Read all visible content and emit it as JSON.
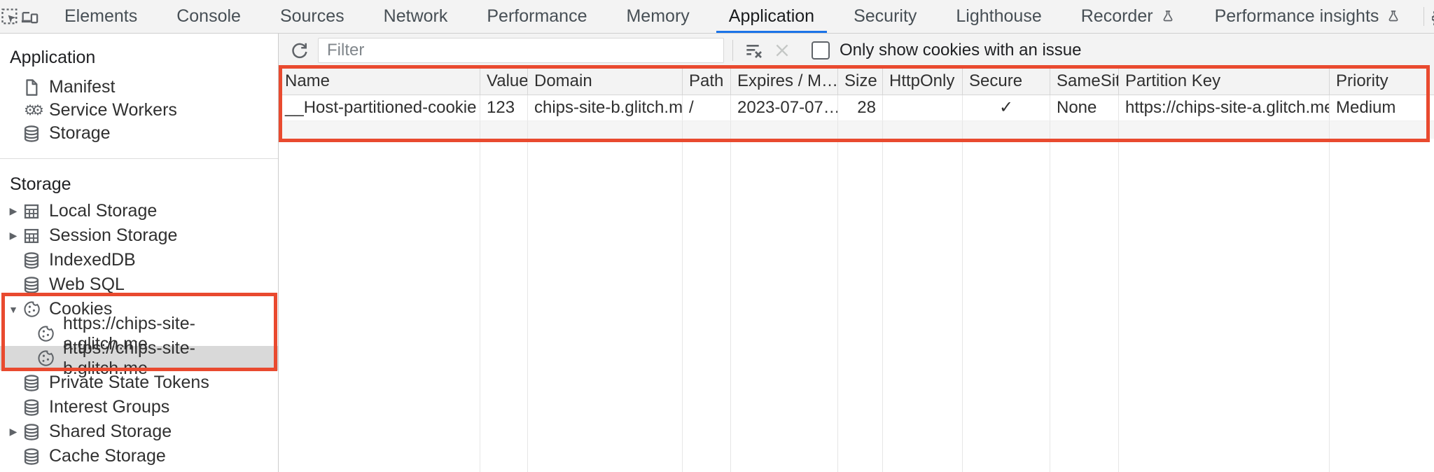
{
  "tabs": {
    "items": [
      {
        "label": "Elements"
      },
      {
        "label": "Console"
      },
      {
        "label": "Sources"
      },
      {
        "label": "Network"
      },
      {
        "label": "Performance"
      },
      {
        "label": "Memory"
      },
      {
        "label": "Application"
      },
      {
        "label": "Security"
      },
      {
        "label": "Lighthouse"
      },
      {
        "label": "Recorder"
      },
      {
        "label": "Performance insights"
      }
    ],
    "active": "Application"
  },
  "sidebar": {
    "application_section": {
      "title": "Application",
      "items": [
        {
          "label": "Manifest",
          "icon": "file-icon"
        },
        {
          "label": "Service Workers",
          "icon": "gears-icon"
        },
        {
          "label": "Storage",
          "icon": "database-icon"
        }
      ]
    },
    "storage_section": {
      "title": "Storage",
      "items": [
        {
          "label": "Local Storage",
          "icon": "grid-icon",
          "arrow": "right"
        },
        {
          "label": "Session Storage",
          "icon": "grid-icon",
          "arrow": "right"
        },
        {
          "label": "IndexedDB",
          "icon": "database-icon"
        },
        {
          "label": "Web SQL",
          "icon": "database-icon"
        },
        {
          "label": "Cookies",
          "icon": "cookie-icon",
          "arrow": "down"
        },
        {
          "label": "https://chips-site-a.glitch.me",
          "icon": "cookie-icon",
          "child": true
        },
        {
          "label": "https://chips-site-b.glitch.me",
          "icon": "cookie-icon",
          "child": true,
          "selected": true
        },
        {
          "label": "Private State Tokens",
          "icon": "database-icon"
        },
        {
          "label": "Interest Groups",
          "icon": "database-icon"
        },
        {
          "label": "Shared Storage",
          "icon": "database-icon",
          "arrow": "right"
        },
        {
          "label": "Cache Storage",
          "icon": "database-icon"
        }
      ]
    }
  },
  "cookies_pane": {
    "filter_placeholder": "Filter",
    "issue_checkbox_label": "Only show cookies with an issue",
    "table": {
      "columns": [
        "Name",
        "Value",
        "Domain",
        "Path",
        "Expires / M…",
        "Size",
        "HttpOnly",
        "Secure",
        "SameSite",
        "Partition Key",
        "Priority"
      ],
      "rows": [
        {
          "name": "__Host-partitioned-cookie",
          "value": "123",
          "domain": "chips-site-b.glitch.me",
          "path": "/",
          "expires": "2023-07-07…",
          "size": "28",
          "http_only": "",
          "secure": "✓",
          "same_site": "None",
          "partition_key": "https://chips-site-a.glitch.me",
          "priority": "Medium"
        }
      ]
    }
  },
  "colors": {
    "accent_blue": "#1a73e8",
    "annotation_red": "#e94a2f"
  },
  "glyphs": {
    "triangle_right": "▶",
    "triangle_down": "▼",
    "gear": "⚙",
    "more": "⋮"
  }
}
